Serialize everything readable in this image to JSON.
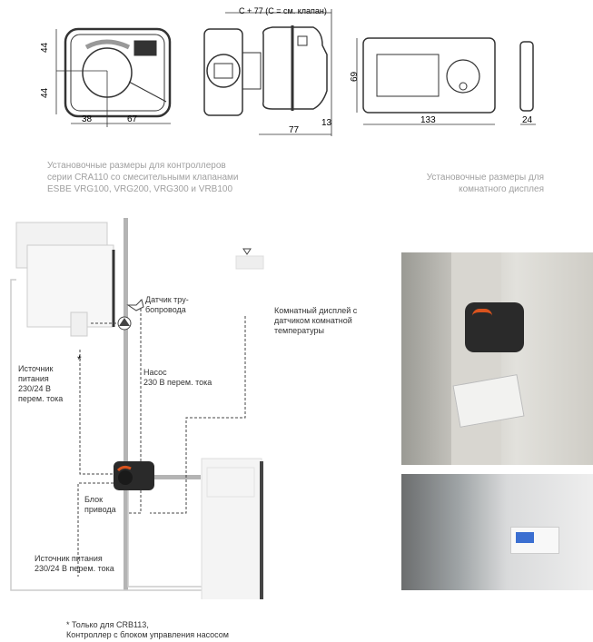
{
  "dimensions": {
    "controller": {
      "height_top": "44",
      "height_bottom": "44",
      "width_left": "38",
      "width_right": "67"
    },
    "valve": {
      "total": "C + 77 (C = см. клапан)",
      "depth": "77",
      "offset": "13"
    },
    "display": {
      "height": "69",
      "width": "133",
      "depth": "24"
    }
  },
  "captions": {
    "controller": [
      "Установочные размеры для контроллеров",
      "серии CRA110 со смесительными клапанами",
      "ESBE VRG100, VRG200, VRG300 и VRB100"
    ],
    "display": [
      "Установочные размеры для",
      "комнатного дисплея"
    ]
  },
  "diagram": {
    "pipe_sensor": [
      "Датчик тру-",
      "бопровода"
    ],
    "room_display": [
      "Комнатный дисплей с",
      "датчиком комнатной",
      "температуры"
    ],
    "power_supply_pump": [
      "Источник",
      "питания",
      "230/24 В",
      "перем. тока"
    ],
    "asterisk": "*",
    "pump": [
      "Насос",
      "230 В перем. тока"
    ],
    "actuator": [
      "Блок",
      "привода"
    ],
    "power_supply_main": [
      "Источник питания",
      "230/24 В перем. тока"
    ],
    "footnote": [
      "* Только для CRB113,",
      "Контроллер с блоком управления насосом"
    ]
  },
  "colors": {
    "pipe": "#b4b4b4",
    "accent": "#d9531e",
    "caption": "#a0a0a0"
  }
}
